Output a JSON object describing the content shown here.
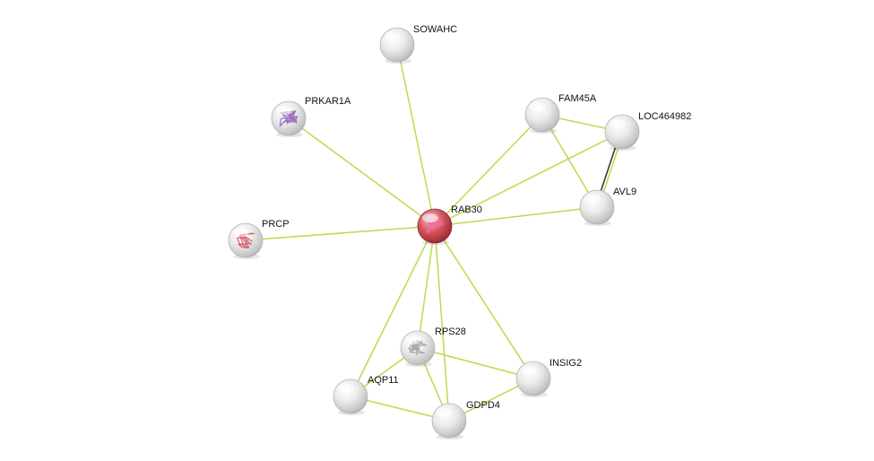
{
  "network": {
    "nodes": [
      {
        "id": "RAB30",
        "label": "RAB30",
        "kind": "query",
        "structure": true
      },
      {
        "id": "SOWAHC",
        "label": "SOWAHC",
        "kind": "plain",
        "structure": false
      },
      {
        "id": "PRKAR1A",
        "label": "PRKAR1A",
        "kind": "plain",
        "structure": true
      },
      {
        "id": "FAM45A",
        "label": "FAM45A",
        "kind": "plain",
        "structure": false
      },
      {
        "id": "LOC464982",
        "label": "LOC464982",
        "kind": "plain",
        "structure": false
      },
      {
        "id": "AVL9",
        "label": "AVL9",
        "kind": "plain",
        "structure": false
      },
      {
        "id": "PRCP",
        "label": "PRCP",
        "kind": "plain",
        "structure": true
      },
      {
        "id": "RPS28",
        "label": "RPS28",
        "kind": "plain",
        "structure": true
      },
      {
        "id": "INSIG2",
        "label": "INSIG2",
        "kind": "plain",
        "structure": false
      },
      {
        "id": "AQP11",
        "label": "AQP11",
        "kind": "plain",
        "structure": false
      },
      {
        "id": "GDPD4",
        "label": "GDPD4",
        "kind": "plain",
        "structure": false
      }
    ],
    "edges": [
      {
        "from": "RAB30",
        "to": "SOWAHC",
        "type": "textmining"
      },
      {
        "from": "RAB30",
        "to": "PRKAR1A",
        "type": "textmining"
      },
      {
        "from": "RAB30",
        "to": "PRCP",
        "type": "textmining"
      },
      {
        "from": "RAB30",
        "to": "FAM45A",
        "type": "textmining"
      },
      {
        "from": "RAB30",
        "to": "LOC464982",
        "type": "textmining"
      },
      {
        "from": "RAB30",
        "to": "AVL9",
        "type": "textmining"
      },
      {
        "from": "RAB30",
        "to": "RPS28",
        "type": "textmining"
      },
      {
        "from": "RAB30",
        "to": "AQP11",
        "type": "textmining"
      },
      {
        "from": "RAB30",
        "to": "GDPD4",
        "type": "textmining"
      },
      {
        "from": "RAB30",
        "to": "INSIG2",
        "type": "textmining"
      },
      {
        "from": "FAM45A",
        "to": "LOC464982",
        "type": "textmining"
      },
      {
        "from": "FAM45A",
        "to": "AVL9",
        "type": "textmining"
      },
      {
        "from": "LOC464982",
        "to": "AVL9",
        "type": "coexpression"
      },
      {
        "from": "RPS28",
        "to": "AQP11",
        "type": "textmining"
      },
      {
        "from": "RPS28",
        "to": "GDPD4",
        "type": "textmining"
      },
      {
        "from": "RPS28",
        "to": "INSIG2",
        "type": "textmining"
      },
      {
        "from": "AQP11",
        "to": "GDPD4",
        "type": "textmining"
      },
      {
        "from": "GDPD4",
        "to": "INSIG2",
        "type": "textmining"
      }
    ],
    "colors": {
      "textmining": "#c3d74b",
      "coexpression": "#3a3a3a",
      "query_node": "#c2464f",
      "plain_node": "#d9d9d9",
      "structure_purple": "#8e5bb5",
      "structure_red": "#d14c5e"
    }
  }
}
